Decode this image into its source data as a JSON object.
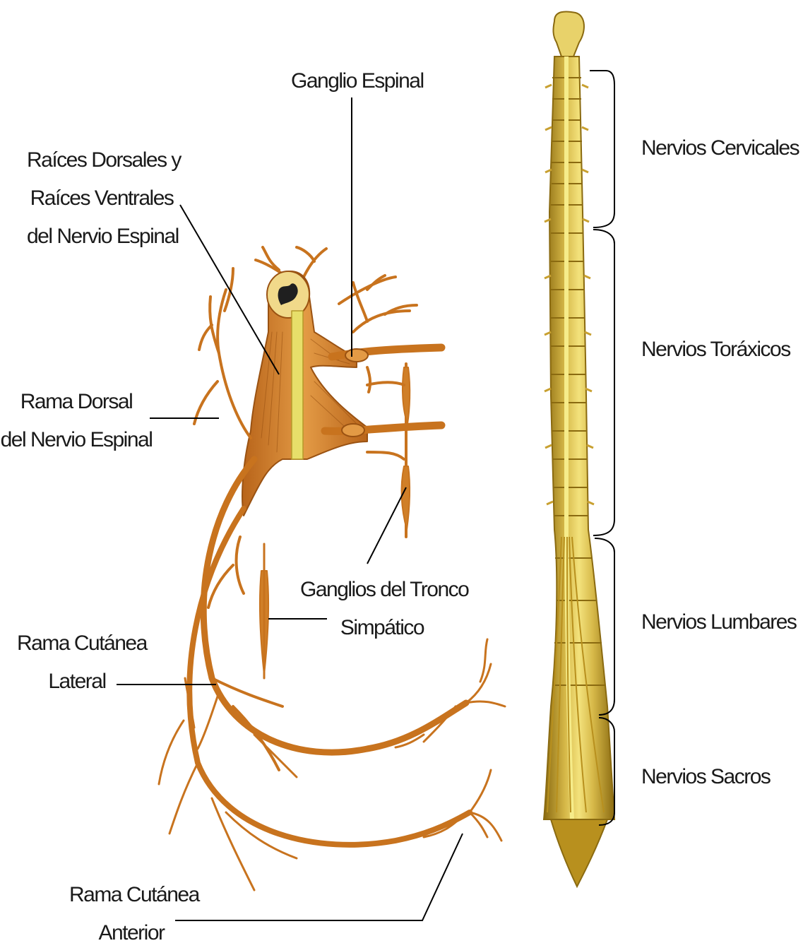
{
  "colors": {
    "nerve": "#c8731e",
    "nerve_dark": "#9a5212",
    "nerve_light": "#e39a45",
    "cord_yellow": "#e8d26a",
    "cord_light": "#f3e27c",
    "cord_dark": "#8a6a10",
    "leader": "#000000",
    "background": "#ffffff"
  },
  "labels": {
    "ganglio_espinal": "Ganglio Espinal",
    "raices": [
      "Raíces Dorsales y",
      "Raíces Ventrales",
      "del Nervio Espinal"
    ],
    "rama_dorsal": [
      "Rama Dorsal",
      "del Nervio Espinal"
    ],
    "ganglios_tronco": [
      "Ganglios del Tronco",
      "Simpático"
    ],
    "rama_cutanea_lateral": [
      "Rama Cutánea",
      "Lateral"
    ],
    "rama_cutanea_anterior": [
      "Rama Cutánea",
      "Anterior"
    ],
    "regions": {
      "cervicales": "Nervios Cervicales",
      "toraxicos": "Nervios Toráxicos",
      "lumbares": "Nervios Lumbares",
      "sacros": "Nervios Sacros"
    }
  }
}
